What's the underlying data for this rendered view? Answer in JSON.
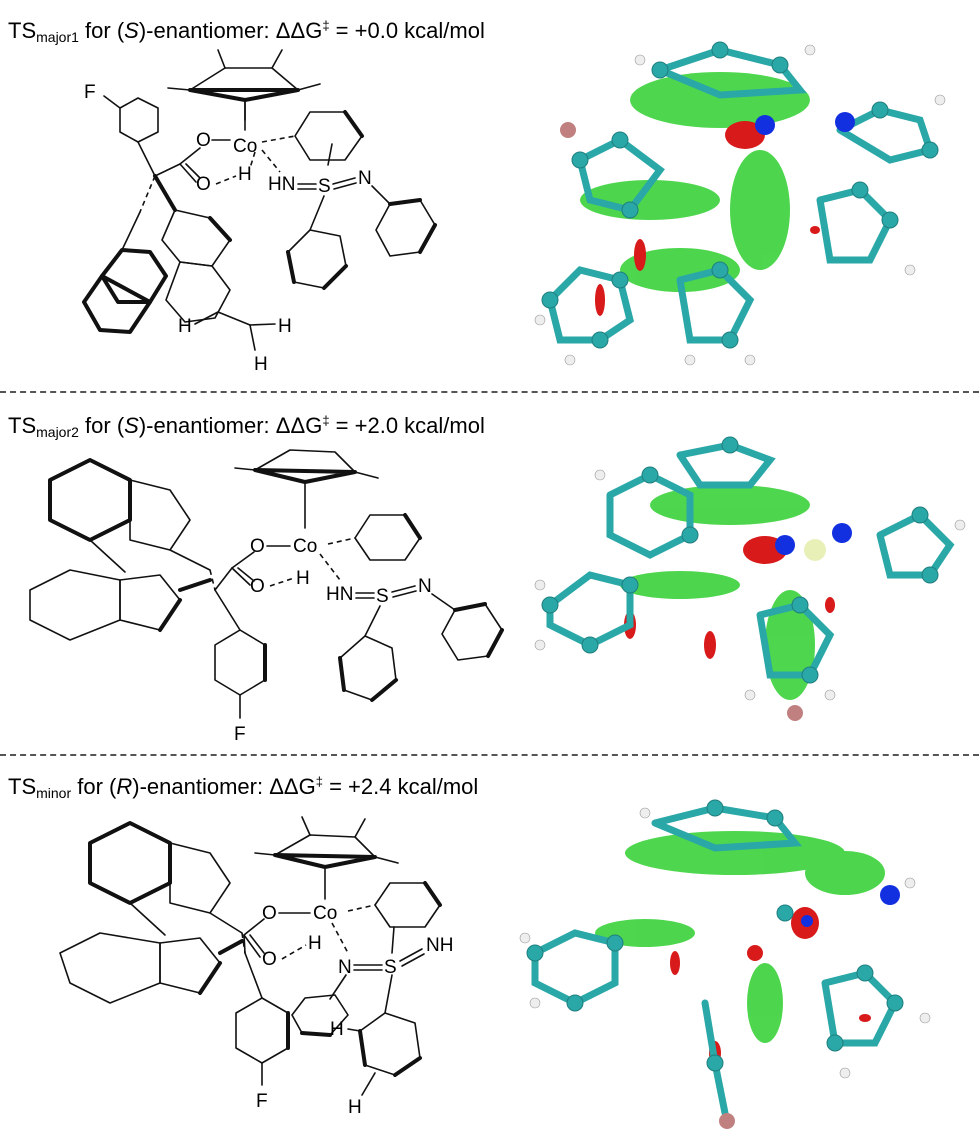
{
  "panels": [
    {
      "title_prefix": "TS",
      "title_sub": "major1",
      "title_mid": " for (",
      "title_config": "S",
      "title_after": ")-enantiomer: ",
      "title_dd": "ΔΔG",
      "title_dagger": "‡",
      "title_value": " = +0.0 kcal/mol",
      "labels": {
        "f": "F",
        "o1": "O",
        "co": "Co",
        "o2": "O",
        "h": "H",
        "hn": "HN",
        "s": "S",
        "n": "N",
        "h1": "H",
        "h2": "H",
        "h3": "H"
      }
    },
    {
      "title_prefix": "TS",
      "title_sub": "major2",
      "title_mid": " for (",
      "title_config": "S",
      "title_after": ")-enantiomer: ",
      "title_dd": "ΔΔG",
      "title_dagger": "‡",
      "title_value": " = +2.0 kcal/mol",
      "labels": {
        "f": "F",
        "o1": "O",
        "co": "Co",
        "o2": "O",
        "h": "H",
        "hn": "HN",
        "s": "S",
        "n": "N"
      }
    },
    {
      "title_prefix": "TS",
      "title_sub": "minor",
      "title_mid": " for (",
      "title_config": "R",
      "title_after": ")-enantiomer: ",
      "title_dd": "ΔΔG",
      "title_dagger": "‡",
      "title_value": " = +2.4 kcal/mol",
      "labels": {
        "f": "F",
        "o1": "O",
        "co": "Co",
        "o2": "O",
        "h": "H",
        "nh": "NH",
        "s": "S",
        "n": "N",
        "h1": "H",
        "h2": "H"
      }
    }
  ],
  "colors": {
    "carbon": "#2aa7a7",
    "hydrogen": "#eeeeee",
    "nitrogen": "#1230e0",
    "oxygen": "#d41414",
    "fluorine": "#c08080",
    "nci_green": "#2fd02f",
    "nci_red": "#d81a1a"
  }
}
